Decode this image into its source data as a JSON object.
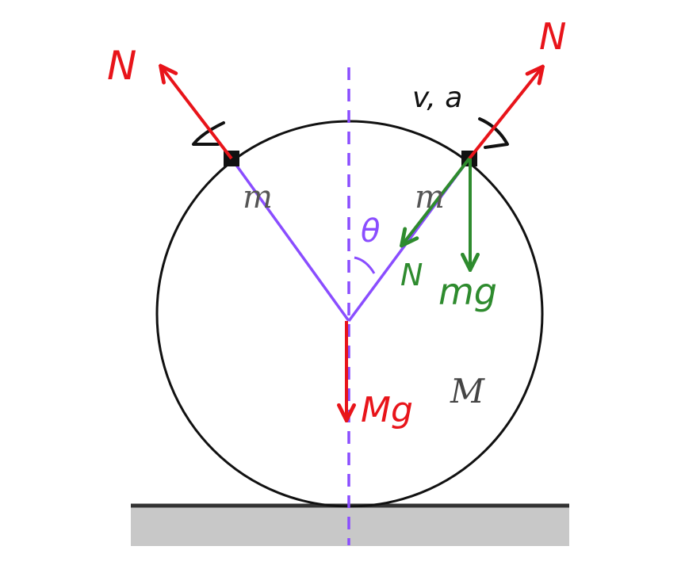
{
  "labels": {
    "normal_left": "N",
    "normal_right": "N",
    "velocity_accel": "v, a",
    "mass_left": "m",
    "mass_right": "m",
    "angle": "θ",
    "normal_on_ring": "N",
    "bead_weight": "mg",
    "ring_weight": "Mg",
    "ring_mass": "M"
  },
  "colors": {
    "force_normal": "#e8141a",
    "force_gravity_bead": "#2e8b2e",
    "guide_lines": "#8a4dff",
    "ring": "#111111",
    "ground_top": "#333333",
    "ground_fill": "#c8c8c8"
  }
}
